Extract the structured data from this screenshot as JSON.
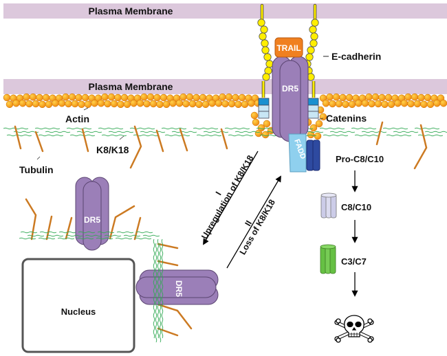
{
  "labels": {
    "membrane_top": "Plasma Membrane",
    "membrane_bottom": "Plasma Membrane",
    "trail": "TRAIL",
    "ecadherin": "E-cadherin",
    "dr5_membrane": "DR5",
    "dr5_cytoplasm": "DR5",
    "dr5_nuclear": "DR5",
    "actin": "Actin",
    "catenins": "Catenins",
    "k8k18": "K8/K18",
    "tubulin": "Tubulin",
    "fadd": "FADD",
    "pro_c8c10": "Pro-C8/C10",
    "c8c10": "C8/C10",
    "c3c7": "C3/C7",
    "nucleus": "Nucleus"
  },
  "pathways": [
    {
      "numeral": "I",
      "text": "Upregulation of K8/K18",
      "direction": "to-cytoplasm"
    },
    {
      "numeral": "II",
      "text": "Loss of K8/K18",
      "direction": "to-membrane"
    }
  ],
  "icons": {
    "death": "skull-and-crossbones-icon"
  },
  "colors": {
    "membrane": "#dcc8dc",
    "ecadherin": "#ffee00",
    "trail": "#f08020",
    "dr5": "#9b7fb8",
    "actin": "#f5a020",
    "keratin": "#33aa55",
    "tubulin": "#cc7a22",
    "fadd": "#8fd0ee",
    "pro_caspase": "#2e4aa0",
    "caspase_8_10": "#cccce8",
    "caspase_3_7": "#66c044",
    "catenin_dark": "#1a90d0",
    "catenin_light": "#c8e6f5"
  }
}
